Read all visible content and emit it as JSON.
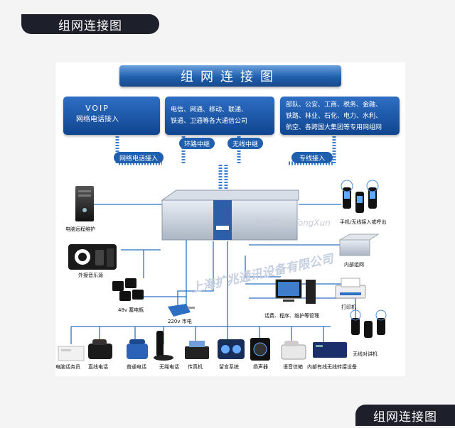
{
  "page_tag_top": "组网连接图",
  "page_tag_bottom": "组网连接图",
  "title": "组网连接图",
  "top_boxes": {
    "voip_line1": "VOIP",
    "voip_line2": "网络电话接入",
    "carrier_line1": "电信、网通、移动、联通、",
    "carrier_line2": "铁通、卫通等各大通信公司",
    "private_line1": "部队、公安、工商、税务、金融、",
    "private_line2": "铁路、林业、石化、电力、水利、",
    "private_line3": "航空、各跨国大集团等专用网组网"
  },
  "trunks": {
    "network_phone": "网络电话接入",
    "loop_relay": "环路中继",
    "wireless_relay": "无线中继",
    "dedicated_line": "专线接入"
  },
  "watermarks": {
    "cn": "上海扩兆通讯设备有限公司",
    "en": "KuoZhaoTongXun"
  },
  "devices": {
    "remote": "电脑远程维护",
    "audio": "外接音乐源",
    "battery": "48v 蓄电瓶",
    "mains": "220v 市电",
    "mobile": "手机/无线接入或呼出",
    "subnet": "内部组网",
    "software": "话费、程序、维护等管理",
    "printer": "打印机",
    "walkie": "无线对讲机",
    "pc_operator": "电脑话务员",
    "direct_phone": "直线电话",
    "normal_phone": "普通电话",
    "cordless": "无绳电话",
    "fax": "传真机",
    "voicemail": "留言系统",
    "speaker": "扬声器",
    "voice_box": "语音信箱",
    "wireless_transfer": "内部有线无线转接设备"
  },
  "colors": {
    "accent": "#1f5fae",
    "line": "#2d6fc2",
    "dark_tag": "#1d1f2b"
  }
}
